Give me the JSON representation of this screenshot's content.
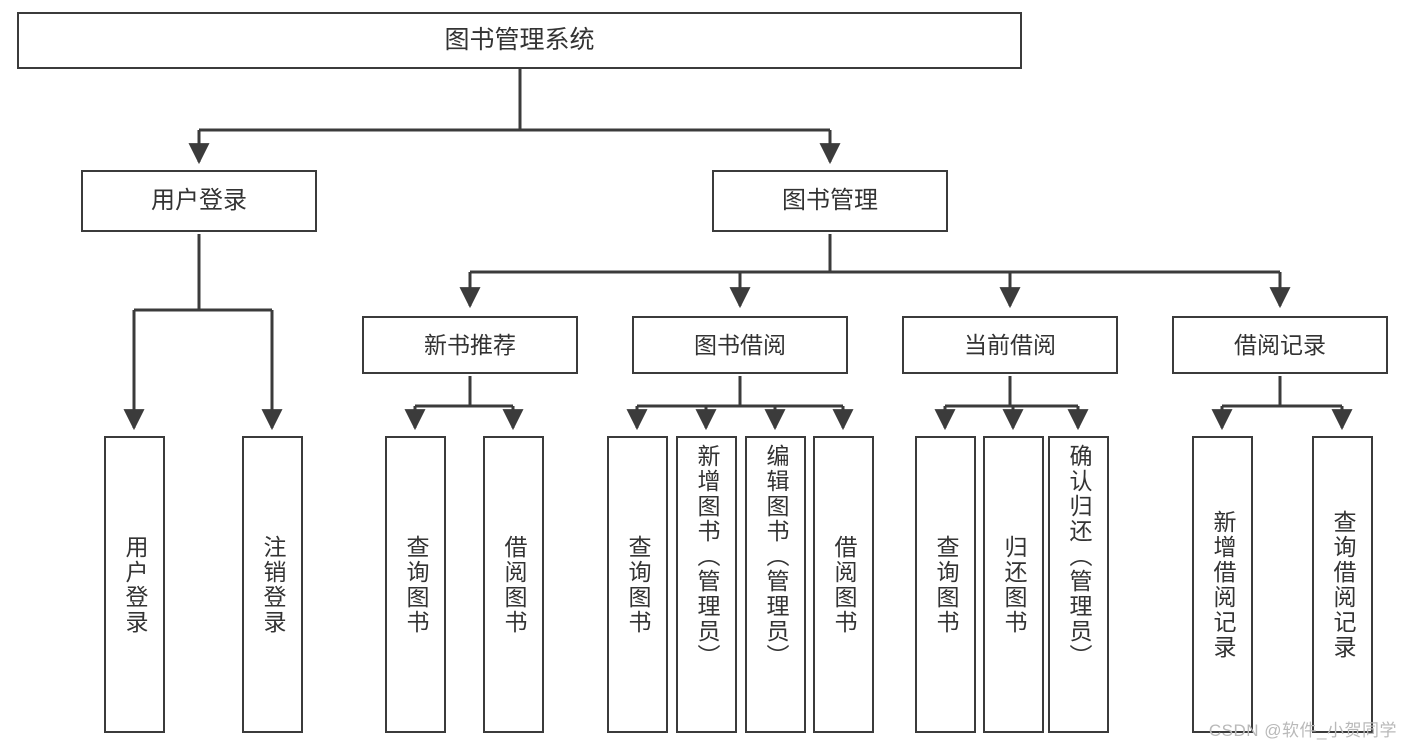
{
  "diagram": {
    "title": "图书管理系统",
    "type": "hierarchy-tree",
    "watermark": "CSDN @软件_小贺同学",
    "colors": {
      "box_border": "#3b3b3b",
      "box_fill": "#ffffff",
      "connector": "#3b3b3b",
      "text": "#333333",
      "watermark": "#b9b9b9"
    },
    "root": {
      "label": "图书管理系统"
    },
    "level1": [
      {
        "label": "用户登录"
      },
      {
        "label": "图书管理"
      }
    ],
    "level2": [
      {
        "label": "新书推荐"
      },
      {
        "label": "图书借阅"
      },
      {
        "label": "当前借阅"
      },
      {
        "label": "借阅记录"
      }
    ],
    "leaves": {
      "user_login": [
        {
          "label": "用户登录"
        },
        {
          "label": "注销登录"
        }
      ],
      "new_book_recommend": [
        {
          "label": "查询图书"
        },
        {
          "label": "借阅图书"
        }
      ],
      "book_borrow": [
        {
          "label": "查询图书"
        },
        {
          "label": "新增图书（管理员）"
        },
        {
          "label": "编辑图书（管理员）"
        },
        {
          "label": "借阅图书"
        }
      ],
      "current_borrow": [
        {
          "label": "查询图书"
        },
        {
          "label": "归还图书"
        },
        {
          "label": "确认归还（管理员）"
        }
      ],
      "borrow_record": [
        {
          "label": "新增借阅记录"
        },
        {
          "label": "查询借阅记录"
        }
      ]
    }
  }
}
